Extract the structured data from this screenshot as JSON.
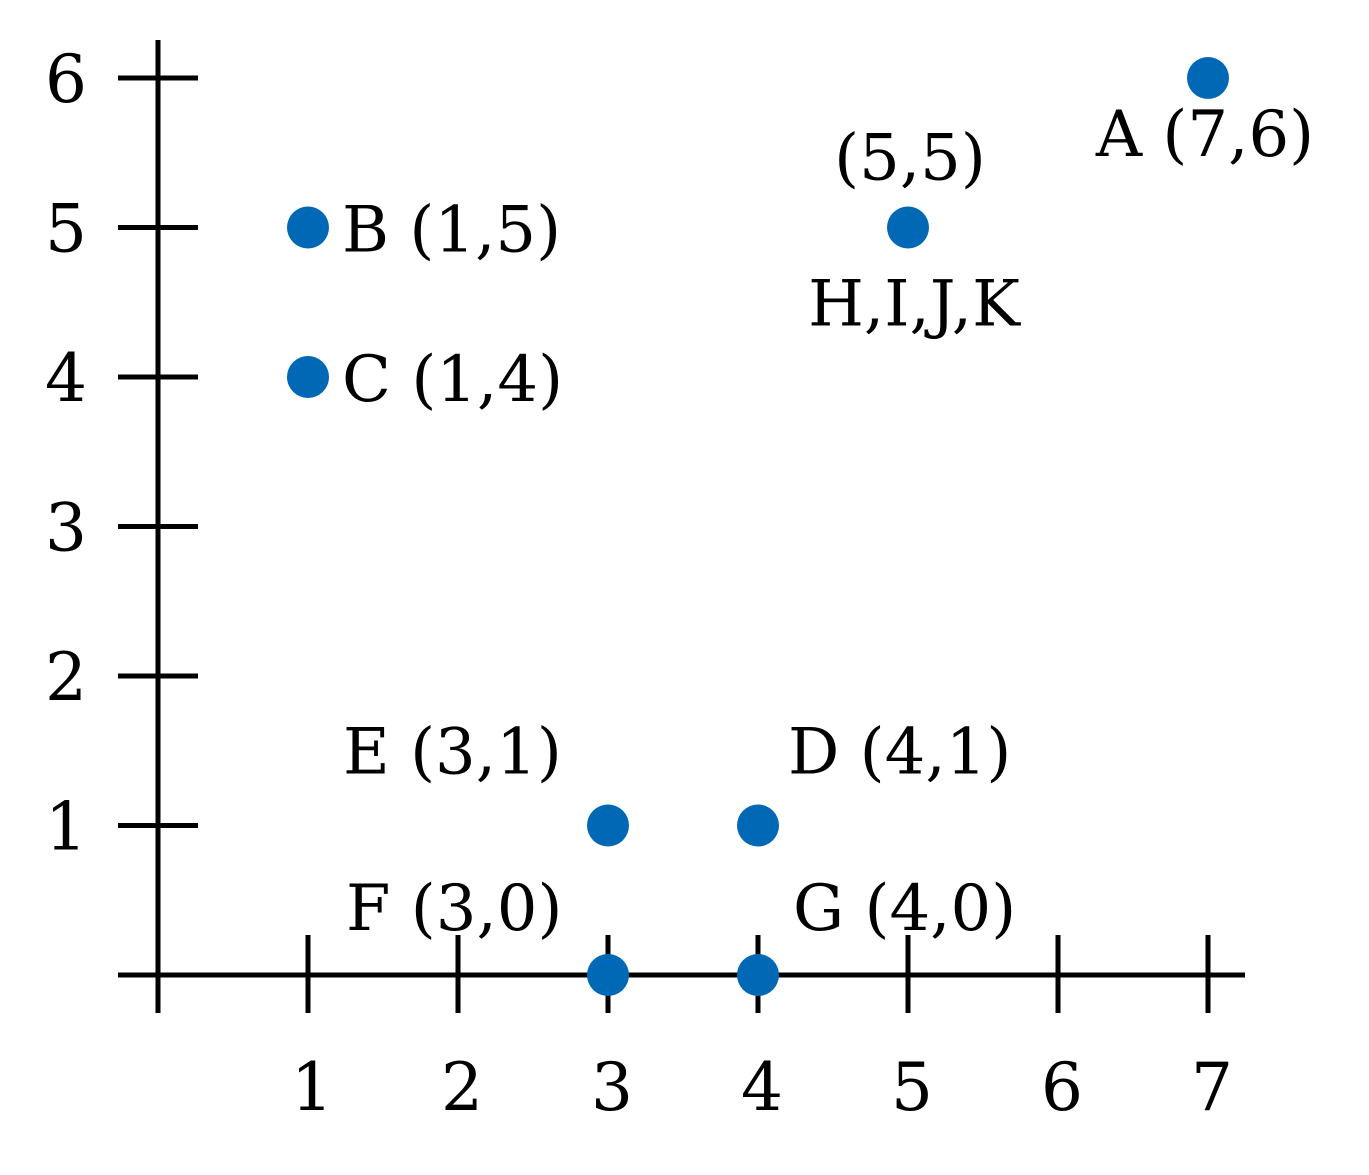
{
  "chart_data": {
    "type": "scatter",
    "title": "",
    "xlabel": "",
    "ylabel": "",
    "xlim": [
      0,
      7
    ],
    "ylim": [
      0,
      6
    ],
    "x_ticks": [
      1,
      2,
      3,
      4,
      5,
      6,
      7
    ],
    "y_ticks": [
      1,
      2,
      3,
      4,
      5,
      6
    ],
    "grid": false,
    "legend": false,
    "marker_color": "#0068b5",
    "points": [
      {
        "x": 7,
        "y": 6,
        "label": "A (7,6)"
      },
      {
        "x": 1,
        "y": 5,
        "label": "B (1,5)"
      },
      {
        "x": 1,
        "y": 4,
        "label": "C (1,4)"
      },
      {
        "x": 4,
        "y": 1,
        "label": "D (4,1)"
      },
      {
        "x": 3,
        "y": 1,
        "label": "E (3,1)"
      },
      {
        "x": 3,
        "y": 0,
        "label": "F (3,0)"
      },
      {
        "x": 4,
        "y": 0,
        "label": "G (4,0)"
      },
      {
        "x": 5,
        "y": 5,
        "label": "(5,5)",
        "label2": "H,I,J,K"
      }
    ]
  }
}
